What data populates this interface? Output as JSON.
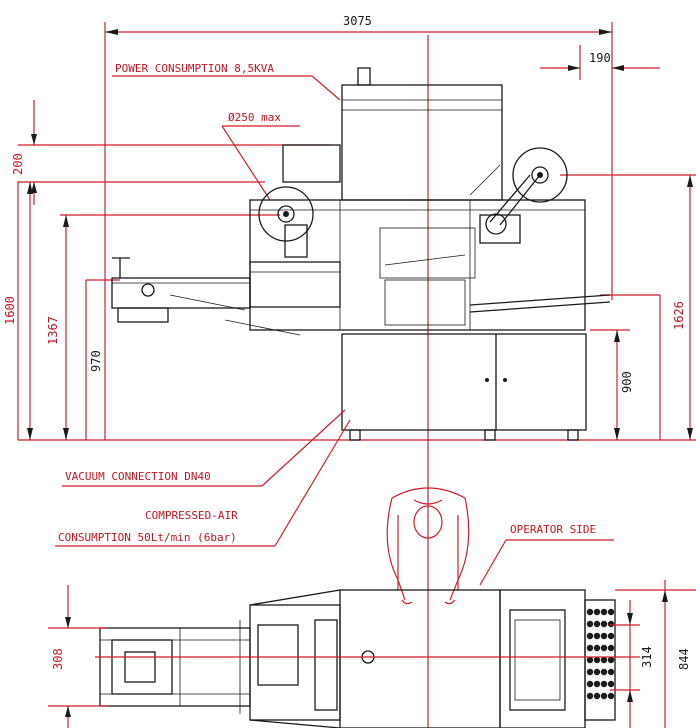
{
  "dimensions": {
    "total_width": "3075",
    "right_offset": "190",
    "reel_height": "200",
    "overall_height": "1600",
    "bed_height": "1367",
    "infeed_height": "970",
    "table_height": "900",
    "max_height": "1626",
    "infeed_width": "308",
    "outfeed_width": "314",
    "depth": "844"
  },
  "labels": {
    "power": "POWER CONSUMPTION 8,5KVA",
    "reel": "Ø250 max",
    "vacuum": "VACUUM CONNECTION DN40",
    "air_line1": "COMPRESSED-AIR",
    "air_line2": "CONSUMPTION 50Lt/min (6bar)",
    "operator": "OPERATOR SIDE"
  },
  "colors": {
    "annotation": "#c8141e",
    "linework": "#1a1a1a"
  }
}
